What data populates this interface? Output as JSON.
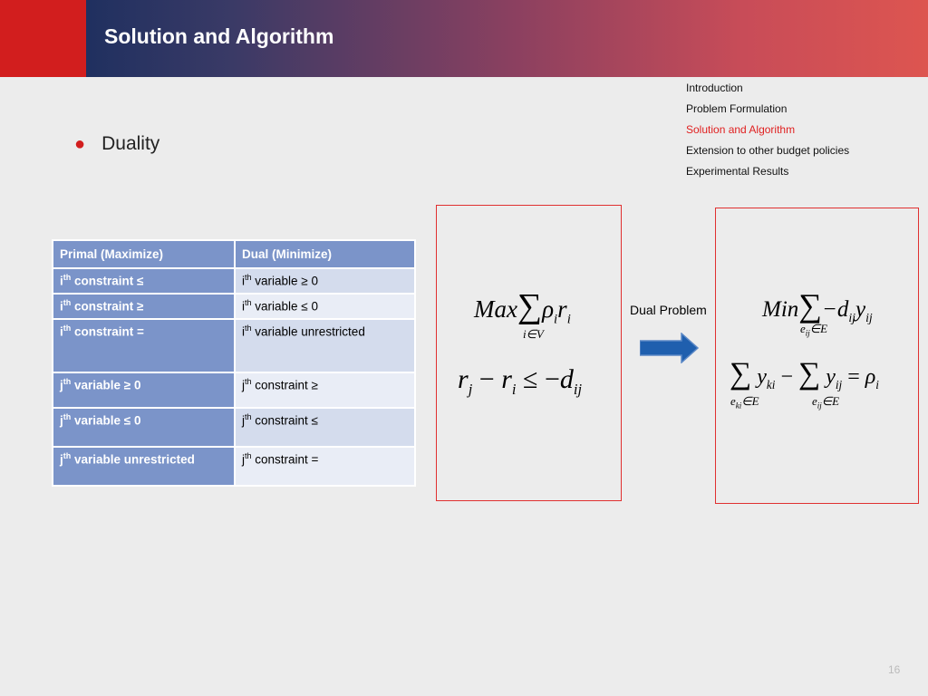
{
  "header": {
    "title": "Solution and Algorithm"
  },
  "nav": {
    "items": [
      "Introduction",
      "Problem Formulation",
      "Solution and Algorithm",
      "Extension to other budget policies",
      "Experimental Results"
    ],
    "active_index": 2
  },
  "bullet": {
    "text": "Duality"
  },
  "table": {
    "headers": [
      "Primal (Maximize)",
      "Dual (Minimize)"
    ],
    "rows": [
      {
        "left_base": "i",
        "left_sup": "th",
        "left_rest": " constraint ≤",
        "right_base": "i",
        "right_sup": "th",
        "right_rest": " variable ≥ 0"
      },
      {
        "left_base": "i",
        "left_sup": "th",
        "left_rest": " constraint ≥",
        "right_base": "i",
        "right_sup": "th",
        "right_rest": " variable ≤ 0"
      },
      {
        "left_base": "i",
        "left_sup": "th",
        "left_rest": " constraint =",
        "right_base": "i",
        "right_sup": "th",
        "right_rest": " variable unrestricted"
      },
      {
        "left_base": "j",
        "left_sup": "th",
        "left_rest": " variable ≥ 0",
        "right_base": "j",
        "right_sup": "th",
        "right_rest": " constraint ≥"
      },
      {
        "left_base": "j",
        "left_sup": "th",
        "left_rest": " variable ≤ 0",
        "right_base": "j",
        "right_sup": "th",
        "right_rest": " constraint ≤"
      },
      {
        "left_base": "j",
        "left_sup": "th",
        "left_rest": " variable unrestricted",
        "right_base": "j",
        "right_sup": "th",
        "right_rest": " constraint ="
      }
    ]
  },
  "primal": {
    "objective_word": "Max",
    "sum_symbol": "∑",
    "objective_term": "ρ",
    "objective_index": "i",
    "objective_var": "r",
    "sum_under": "i∈V",
    "constraint_r1": "r",
    "constraint_j": "j",
    "constraint_minus": " − ",
    "constraint_r2": "r",
    "constraint_i": "i",
    "constraint_rel": " ≤ −",
    "constraint_d": "d",
    "constraint_ij": "ij"
  },
  "dual_label": "Dual Problem",
  "dual": {
    "objective_word": "Min",
    "sum_symbol": "∑",
    "objective_term": "−d",
    "objective_sub": "ij",
    "objective_var": "y",
    "objective_var_sub": "ij",
    "sum_under_base": "e",
    "sum_under_sub": "ij",
    "sum_under_rest": "∈E",
    "c_y1": "y",
    "c_y1_sub": "ki",
    "c_minus": " − ",
    "c_y2": "y",
    "c_y2_sub": "ij",
    "c_eq": " = ",
    "c_rho": "ρ",
    "c_rho_sub": "i",
    "under1_base": "e",
    "under1_sub": "ki",
    "under1_rest": "∈E",
    "under2_base": "e",
    "under2_sub": "ij",
    "under2_rest": "∈E"
  },
  "page_number": "16",
  "colors": {
    "accent_red": "#d21e1e",
    "table_header": "#7b94c9",
    "arrow_blue": "#1f5fae",
    "box_border": "#e03030"
  },
  "icons": {
    "arrow": "right-arrow-icon",
    "bullet": "bullet-dot-icon"
  }
}
